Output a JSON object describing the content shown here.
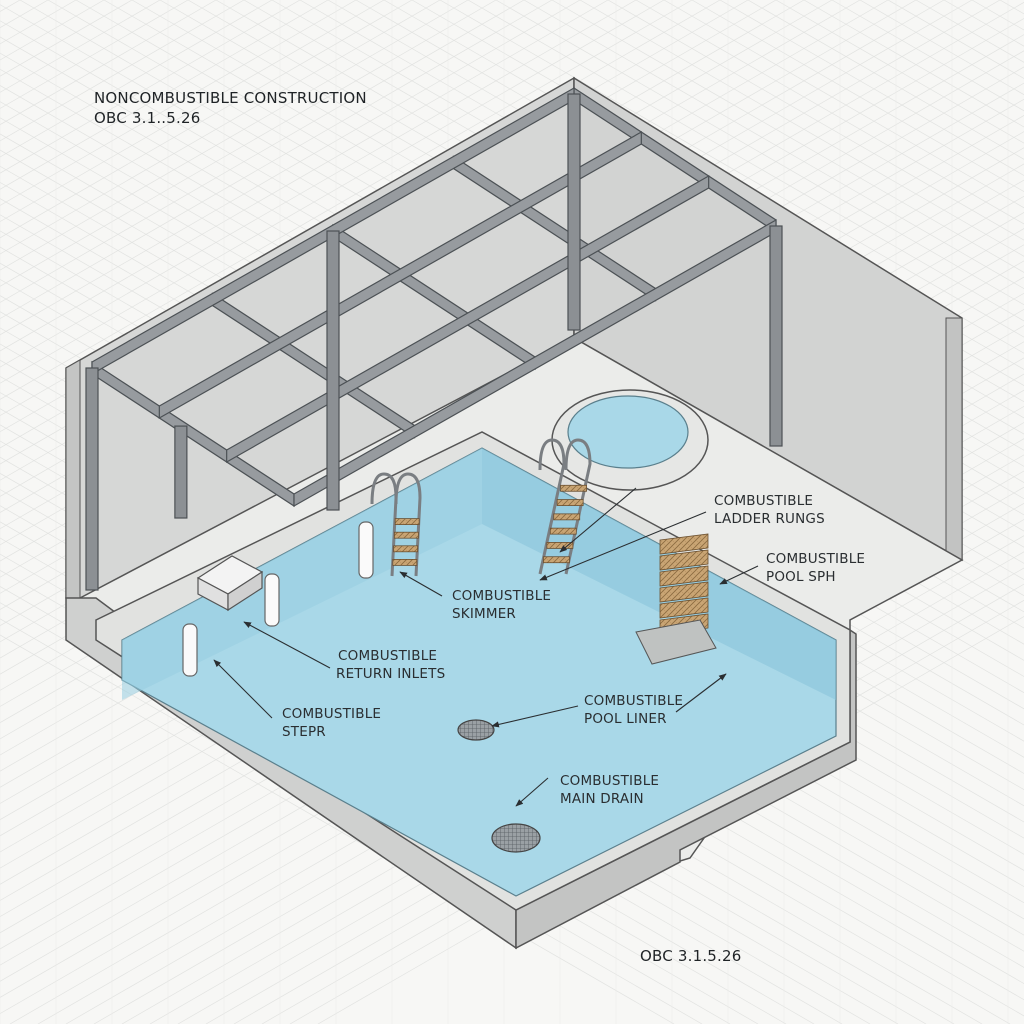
{
  "header": {
    "title": "NONCOMBUSTIBLE CONSTRUCTION",
    "code_ref": "OBC 3.1..5.26"
  },
  "footer": {
    "code_ref": "OBC 3.1.5.26"
  },
  "callouts": [
    {
      "id": "ladder-rungs",
      "line1": "COMBUSTIBLE",
      "line2": "LADDER RUNGS"
    },
    {
      "id": "pool-sph",
      "line1": "COMBUSTIBLE",
      "line2": "POOL SPH"
    },
    {
      "id": "skimmer",
      "line1": "COMBUSTIBLE",
      "line2": "SKIMMER"
    },
    {
      "id": "return-inlets",
      "line1": "COMBUSTIBLE",
      "line2": "RETURN INLETS"
    },
    {
      "id": "stepr",
      "line1": "COMBUSTIBLE",
      "line2": "STEPR"
    },
    {
      "id": "pool-liner",
      "line1": "COMBUSTIBLE",
      "line2": "POOL LINER"
    },
    {
      "id": "main-drain",
      "line1": "COMBUSTIBLE",
      "line2": "MAIN DRAIN"
    }
  ],
  "colors": {
    "background": "#f7f7f5",
    "water": "#a9d8e8",
    "water_deep": "#8fcbe0",
    "concrete": "#e4e5e3",
    "wall": "#d8d9d8",
    "steel": "#8c9094",
    "steel_dark": "#5f6468",
    "wood": "#c9a574",
    "leader": "#2a2e31"
  }
}
